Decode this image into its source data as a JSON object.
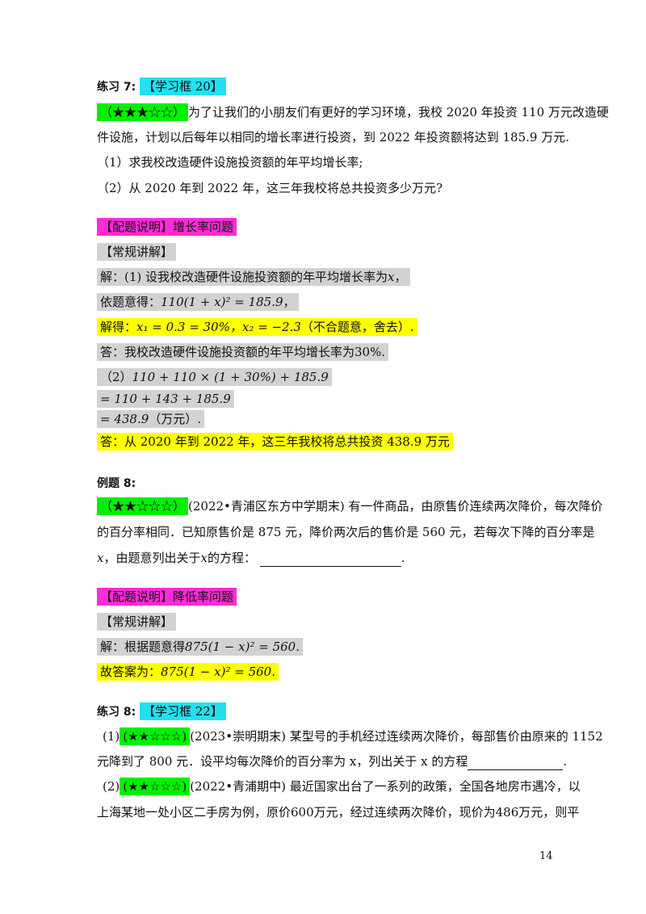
{
  "ex7": {
    "title": "练习 7:",
    "tag": "【学习框 20】",
    "stars": "（★★★☆☆）",
    "q1": "为了让我们的小朋友们有更好的学习环境，我校 2020 年投资 110 万元改造硬",
    "q2": "件设施，计划以后每年以相同的增长率进行投资，到 2022 年投资额将达到 185.9 万元.",
    "q3": "（1）求我校改造硬件设施投资额的年平均增长率;",
    "q4": "（2）从 2020 年到 2022 年，这三年我校将总共投资多少万元?"
  },
  "sol7": {
    "note": "【配题说明】增长率问题",
    "explain": "【常规讲解】",
    "s1": "解：(1) 设我校改造硬件设施投资额的年平均增长率为",
    "s1var": "x",
    "s1end": "，",
    "s2": "依题意得：",
    "s2eq": "110(1 + x)² = 185.9",
    "s2end": "，",
    "s3": "解得：",
    "s3eq": "x₁ = 0.3 = 30%，x₂ = −2.3",
    "s3end": "（不合题意，舍去）.",
    "s4": "答：我校改造硬件设施投资额的年平均增长率为",
    "s4val": "30%",
    "s4end": ".",
    "s5": "（2）",
    "s5eq": "110 + 110 × (1 + 30%) + 185.9",
    "s6": "= 110 + 143 + 185.9",
    "s7": "= 438.9",
    "s7end": "（万元）.",
    "s8": "答：从 2020 年到 2022 年，这三年我校将总共投资 438.9 万元"
  },
  "ex8": {
    "title": "例题 8:",
    "stars": "（★★☆☆☆）",
    "q1": "(2022•青浦区东方中学期末) 有一件商品，由原售价连续两次降价，每次降价",
    "q2": "的百分率相同．已知原售价是 875 元，降价两次后的售价是 560 元，若每次下降的百分率是",
    "q3var": "x",
    "q3a": "，由题意列出关于",
    "q3b": "的方程：",
    "q3end": "."
  },
  "sol8": {
    "note": "【配题说明】降低率问题",
    "explain": "【常规讲解】",
    "s1": "解：根据题意得",
    "s1eq": "875(1 − x)² = 560",
    "s1end": ".",
    "s2": "故答案为：",
    "s2eq": "875(1 − x)² = 560",
    "s2end": "."
  },
  "pr8": {
    "title": "练习 8:",
    "tag": "【学习框 22】",
    "p1num": "(1)",
    "p1stars": "(★★☆☆☆)",
    "p1a": "(2023•崇明期末) 某型号的手机经过连续两次降价，每部售价由原来的 1152",
    "p1b": "元降到了 800 元．设平均每次降价的百分率为 x，列出关于 x 的方程",
    "p1end": ".",
    "p2num": "(2)",
    "p2stars": "(★★☆☆☆)",
    "p2a": "(2022•青浦期中) 最近国家出台了一系列的政策，全国各地房市遇冷，以",
    "p2b": "上海某地一处小区二手房为例，原价600万元，经过连续两次降价，现价为486万元，则平"
  },
  "page_number": "14"
}
